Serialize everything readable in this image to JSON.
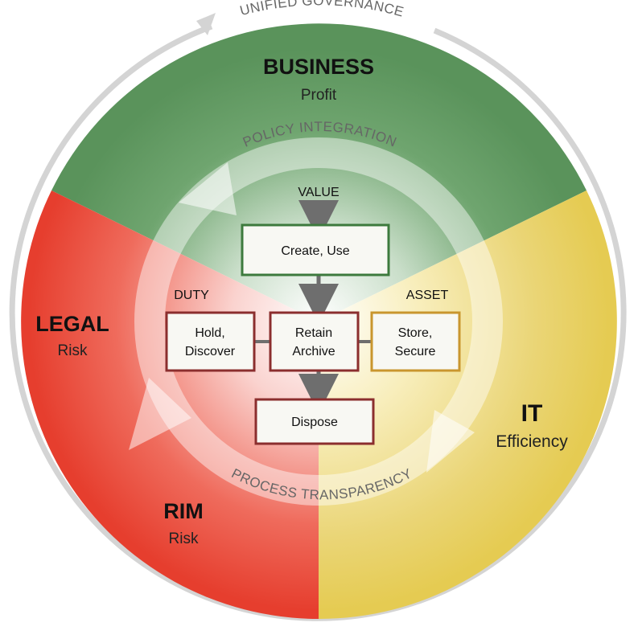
{
  "outer_ring": {
    "label": "UNIFIED GOVERNANCE"
  },
  "inner_ring": {
    "top_label": "POLICY INTEGRATION",
    "bottom_label": "PROCESS TRANSPARENCY"
  },
  "segments": {
    "business": {
      "title": "BUSINESS",
      "subtitle": "Profit",
      "color": "#5a9a5c"
    },
    "legal": {
      "title": "LEGAL",
      "subtitle": "Risk",
      "color": "#e8483a"
    },
    "rim": {
      "title": "RIM",
      "subtitle": "Risk",
      "color": "#e8483a"
    },
    "it": {
      "title": "IT",
      "subtitle": "Efficiency",
      "color": "#e6cf5a"
    }
  },
  "labels": {
    "value": "VALUE",
    "duty": "DUTY",
    "asset": "ASSET"
  },
  "boxes": {
    "create_use": {
      "line1": "Create, Use",
      "border": "#3d7a3d"
    },
    "retain": {
      "line1": "Retain",
      "line2": "Archive",
      "border": "#8b2e2e"
    },
    "hold": {
      "line1": "Hold,",
      "line2": "Discover",
      "border": "#8b2e2e"
    },
    "store": {
      "line1": "Store,",
      "line2": "Secure",
      "border": "#c9962e"
    },
    "dispose": {
      "line1": "Dispose",
      "border": "#8b2e2e"
    }
  }
}
